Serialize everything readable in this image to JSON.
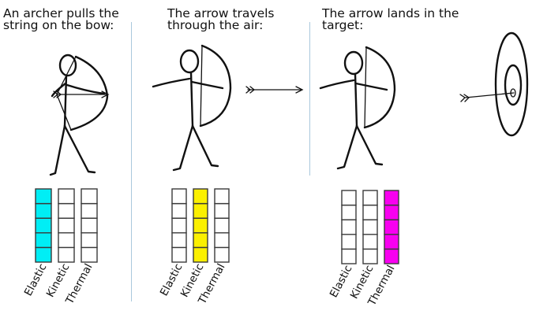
{
  "panels": [
    {
      "caption": "An archer pulls the\nstring on the bow:",
      "fills": [
        5,
        0,
        0
      ]
    },
    {
      "caption": "The arrow travels\nthrough the air:",
      "fills": [
        0,
        5,
        0
      ]
    },
    {
      "caption": "The arrow lands in the\ntarget:",
      "fills": [
        0,
        0,
        5
      ]
    }
  ],
  "energy_types": [
    "Elastic",
    "Kinetic",
    "Thermal"
  ],
  "energy_colors": [
    "#00eef5",
    "#fbf000",
    "#f800f0"
  ],
  "cells_per_bar": 5,
  "stroke_color": "#111111"
}
